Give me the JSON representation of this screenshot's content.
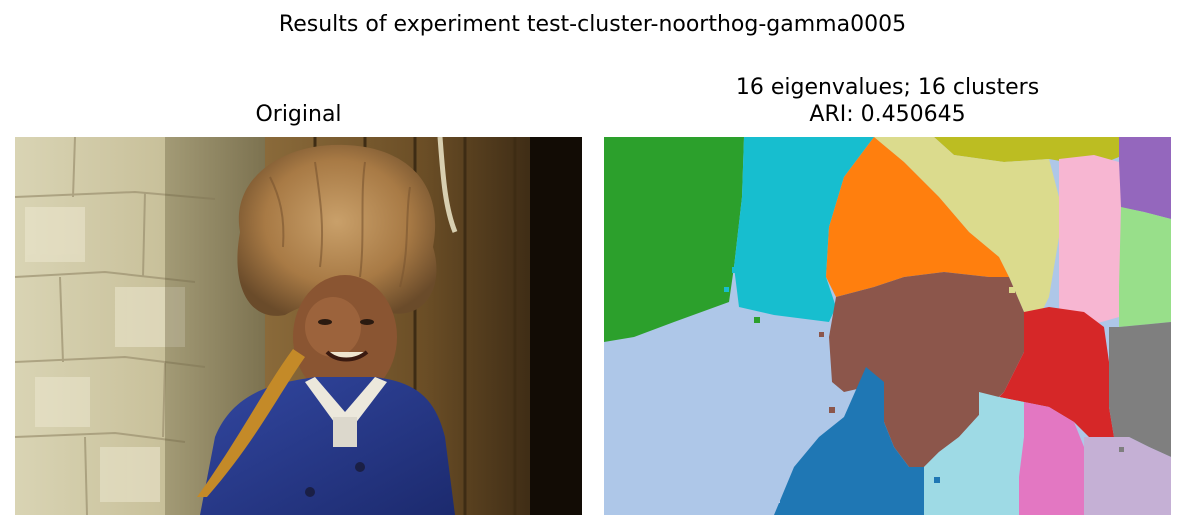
{
  "figure": {
    "suptitle": "Results of experiment test-cluster-noorthog-gamma0005"
  },
  "left_panel": {
    "title": "Original",
    "image_description": "photo-man-in-fur-hat"
  },
  "right_panel": {
    "title_line1": "16 eigenvalues; 16 clusters",
    "title_line2": "ARI: 0.450645",
    "image_description": "segmentation-map",
    "cluster_colors": [
      "#2ca02c",
      "#17becf",
      "#ff7f0e",
      "#dbdb8d",
      "#bcbd22",
      "#f7b6d2",
      "#9467bd",
      "#98df8a",
      "#aec7e8",
      "#8c564b",
      "#d62728",
      "#7f7f7f",
      "#1f77b4",
      "#9edae5",
      "#e377c2",
      "#c5b0d5"
    ]
  }
}
